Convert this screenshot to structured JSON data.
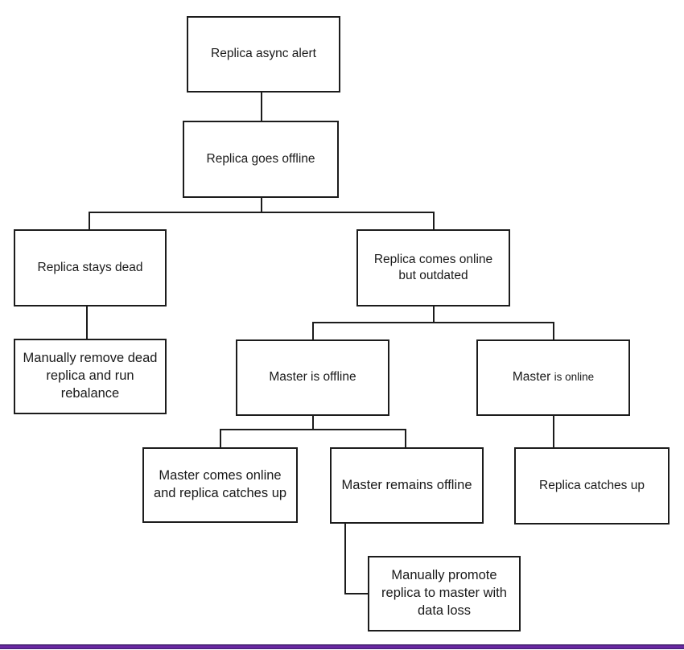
{
  "diagram": {
    "type": "flowchart",
    "nodes": {
      "alert": {
        "label": "Replica async alert"
      },
      "goes_offline": {
        "label": "Replica goes offline"
      },
      "stays_dead": {
        "label": "Replica stays dead"
      },
      "remove_rebalance": {
        "label": "Manually remove dead\nreplica and run\nrebalance"
      },
      "online_outdated": {
        "label": "Replica comes online\nbut outdated"
      },
      "master_offline": {
        "label": "Master is offline"
      },
      "master_online": {
        "label_main": "Master",
        "label_small": "is online"
      },
      "comes_online": {
        "label": "Master comes online\nand replica catches up"
      },
      "remains_offline": {
        "label": "Master remains offline"
      },
      "promote": {
        "label": "Manually promote\nreplica to master with\ndata loss"
      },
      "catches_up": {
        "label": "Replica catches up"
      }
    },
    "edges": [
      {
        "from": "alert",
        "to": "goes_offline"
      },
      {
        "from": "goes_offline",
        "to": "stays_dead"
      },
      {
        "from": "goes_offline",
        "to": "online_outdated"
      },
      {
        "from": "stays_dead",
        "to": "remove_rebalance"
      },
      {
        "from": "online_outdated",
        "to": "master_offline"
      },
      {
        "from": "online_outdated",
        "to": "master_online"
      },
      {
        "from": "master_offline",
        "to": "comes_online"
      },
      {
        "from": "master_offline",
        "to": "remains_offline"
      },
      {
        "from": "master_online",
        "to": "catches_up"
      },
      {
        "from": "remains_offline",
        "to": "promote"
      }
    ],
    "colors": {
      "box_border": "#1c1c1c",
      "connector": "#1c1c1c",
      "text": "#1a1a1a",
      "background": "#ffffff",
      "footer_bar": "#6b28a4"
    }
  }
}
